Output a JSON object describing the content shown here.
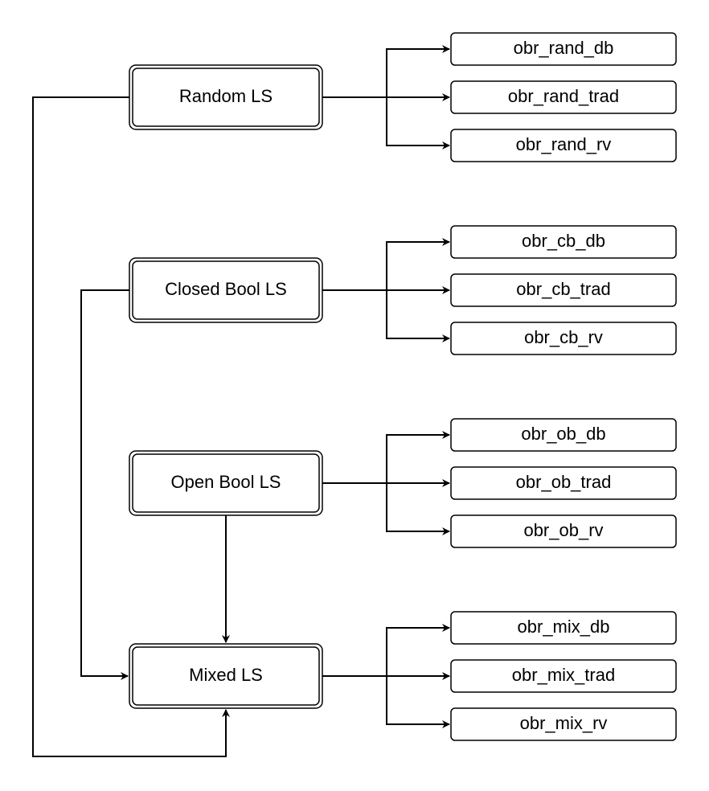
{
  "diagram": {
    "colors": {
      "stroke": "#000000",
      "fill": "#ffffff",
      "text": "#000000"
    },
    "groups": [
      {
        "name": "Random LS",
        "outputs": [
          "obr_rand_db",
          "obr_rand_trad",
          "obr_rand_rv"
        ]
      },
      {
        "name": "Closed Bool LS",
        "outputs": [
          "obr_cb_db",
          "obr_cb_trad",
          "obr_cb_rv"
        ]
      },
      {
        "name": "Open Bool LS",
        "outputs": [
          "obr_ob_db",
          "obr_ob_trad",
          "obr_ob_rv"
        ]
      },
      {
        "name": "Mixed LS",
        "outputs": [
          "obr_mix_db",
          "obr_mix_trad",
          "obr_mix_rv"
        ]
      }
    ],
    "merges": [
      {
        "from": "Random LS",
        "to": "Mixed LS"
      },
      {
        "from": "Closed Bool LS",
        "to": "Mixed LS"
      },
      {
        "from": "Open Bool LS",
        "to": "Mixed LS"
      }
    ]
  }
}
